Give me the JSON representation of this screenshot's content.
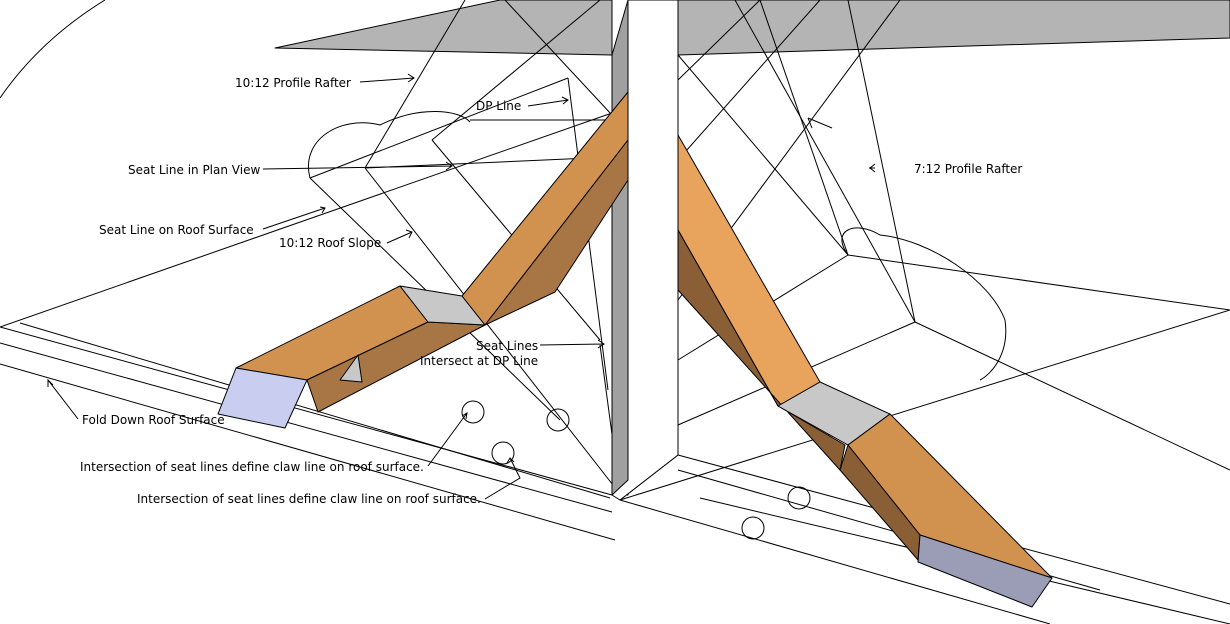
{
  "labels": {
    "profile_rafter_10_12": "10:12 Profile Rafter",
    "dp_line": "DP Line",
    "seat_line_plan": "Seat Line in Plan View",
    "seat_line_roof": "Seat Line on Roof Surface",
    "roof_slope_10_12": "10:12 Roof Slope",
    "profile_rafter_7_12": "7:12 Profile Rafter",
    "seat_lines_line1": "Seat Lines",
    "seat_lines_line2": "Intersect at DP Line",
    "fold_down": "Fold Down Roof Surface",
    "claw_note_1": "Intersection of seat lines define claw line on roof surface.",
    "claw_note_2": "Intersection of seat lines define claw line on roof surface."
  },
  "colors": {
    "background": "#ffffff",
    "roof_plane": "#b4b4b4",
    "post_front": "#ffffff",
    "post_side": "#a0a0a0",
    "rafter_top": "#d1914f",
    "rafter_top_light": "#e8a35d",
    "rafter_side": "#a87645",
    "rafter_side_dark": "#8b5f36",
    "cut_face_gray": "#c8c8c8",
    "cut_face_blue": "#c9cdf0",
    "cut_face_slate": "#9a9db5",
    "line": "#000000"
  }
}
